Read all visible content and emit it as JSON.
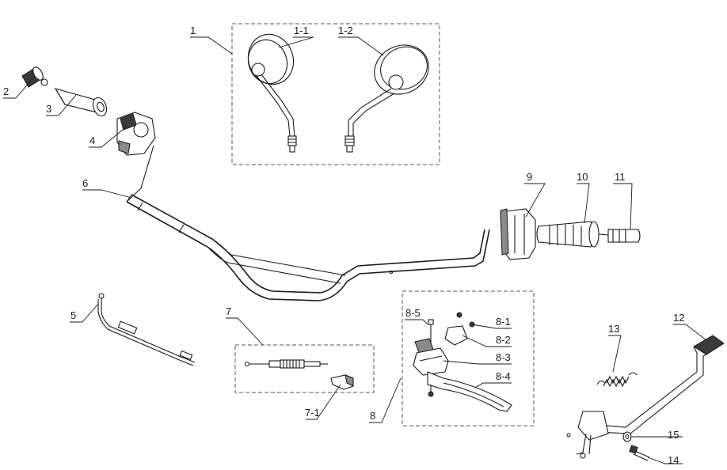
{
  "callouts": {
    "c1": "1",
    "c1_1": "1-1",
    "c1_2": "1-2",
    "c2": "2",
    "c3": "3",
    "c4": "4",
    "c5": "5",
    "c6": "6",
    "c7": "7",
    "c7_1": "7-1",
    "c8": "8",
    "c8_1": "8-1",
    "c8_2": "8-2",
    "c8_3": "8-3",
    "c8_4": "8-4",
    "c8_5": "8-5",
    "c9": "9",
    "c10": "10",
    "c11": "11",
    "c12": "12",
    "c13": "13",
    "c14": "14",
    "c15": "15"
  }
}
